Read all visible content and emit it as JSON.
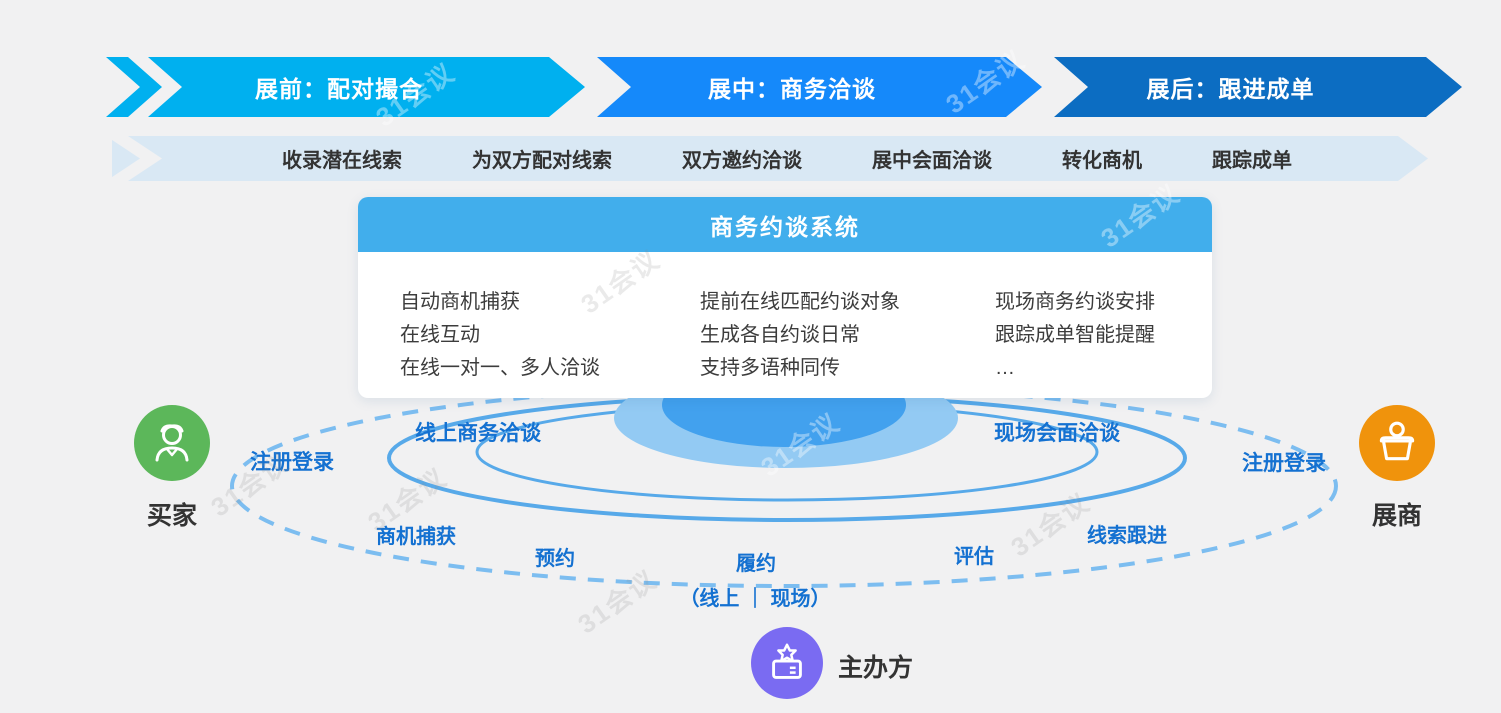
{
  "watermark": {
    "text": "31会议"
  },
  "flow_stages": [
    {
      "label": "展前：配对撮合"
    },
    {
      "label": "展中：商务洽谈"
    },
    {
      "label": "展后：跟进成单"
    }
  ],
  "flow_steps": [
    "收录潜在线索",
    "为双方配对线索",
    "双方邀约洽谈",
    "展中会面洽谈",
    "转化商机",
    "跟踪成单"
  ],
  "system_card": {
    "title": "商务约谈系统",
    "columns": [
      {
        "items": [
          "自动商机捕获",
          "在线互动",
          "在线一对一、多人洽谈"
        ]
      },
      {
        "items": [
          "提前在线匹配约谈对象",
          "生成各自约谈日常",
          "支持多语种同传"
        ]
      },
      {
        "items": [
          "现场商务约谈安排",
          "跟踪成单智能提醒",
          "…"
        ]
      }
    ]
  },
  "cycle": {
    "online_meeting": "线上商务洽谈",
    "onsite_meeting": "现场会面洽谈",
    "register_left": "注册登录",
    "register_right": "注册登录",
    "lead_capture": "商机捕获",
    "booking": "预约",
    "fulfillment": "履约",
    "fulfillment_mode": "（线上 ｜ 现场）",
    "evaluation": "评估",
    "lead_followup": "线索跟进"
  },
  "actors": {
    "buyer": {
      "label": "买家",
      "icon": "person-icon",
      "color": "#5cb75a"
    },
    "exhibitor": {
      "label": "展商",
      "icon": "booth-icon",
      "color": "#f0930c"
    },
    "organizer": {
      "label": "主办方",
      "icon": "badge-icon",
      "color": "#7a6bf2"
    }
  },
  "colors": {
    "stage1": "#00b0ef",
    "stage2": "#1589fa",
    "stage3": "#0c6dc2",
    "steps_band": "#d9e8f4",
    "card_header": "#41aeec",
    "label_blue": "#1471d1",
    "background": "#f1f1f2"
  }
}
